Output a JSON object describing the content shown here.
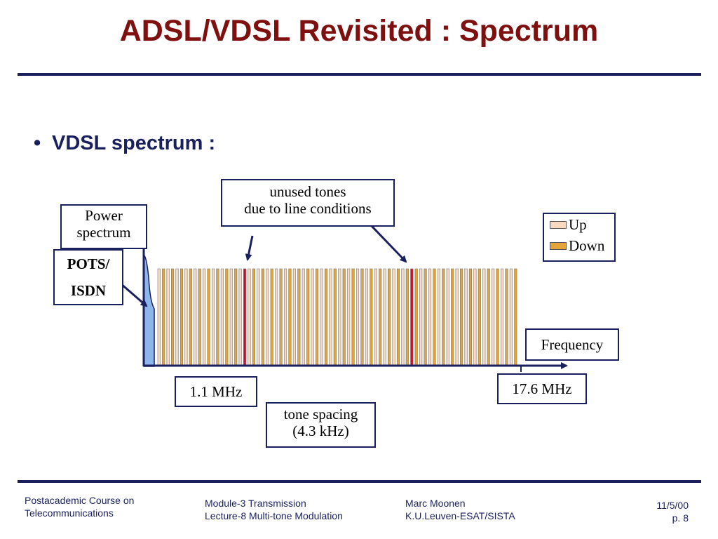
{
  "slide": {
    "title": "ADSL/VDSL Revisited : Spectrum",
    "bullet": "VDSL spectrum :"
  },
  "diagram": {
    "power_label": [
      "Power",
      "spectrum"
    ],
    "pots_label": [
      "POTS/",
      "ISDN"
    ],
    "unused_label": [
      "unused tones",
      "due to line conditions"
    ],
    "frequency_label": "Frequency",
    "start_freq": "1.1 MHz",
    "end_freq": "17.6 MHz",
    "spacing_label": [
      "tone spacing",
      "(4.3 kHz)"
    ],
    "legend": {
      "up": "Up",
      "down": "Down"
    },
    "tone_count": 80,
    "unused_tone_indices": [
      19,
      56
    ],
    "colors": {
      "up": "#f9d9bf",
      "down": "#e3a43a",
      "unused": "#c8102e",
      "pots": "#8db6ea",
      "accent": "#1a1f5e"
    }
  },
  "footer": {
    "course_line1": "Postacademic Course on",
    "course_line2": "Telecommunications",
    "module_line1": "Module-3  Transmission",
    "module_line2": "Lecture-8  Multi-tone Modulation",
    "author_line1": "Marc Moonen",
    "author_line2": "K.U.Leuven-ESAT/SISTA",
    "date": "11/5/00",
    "page": "p. 8"
  }
}
